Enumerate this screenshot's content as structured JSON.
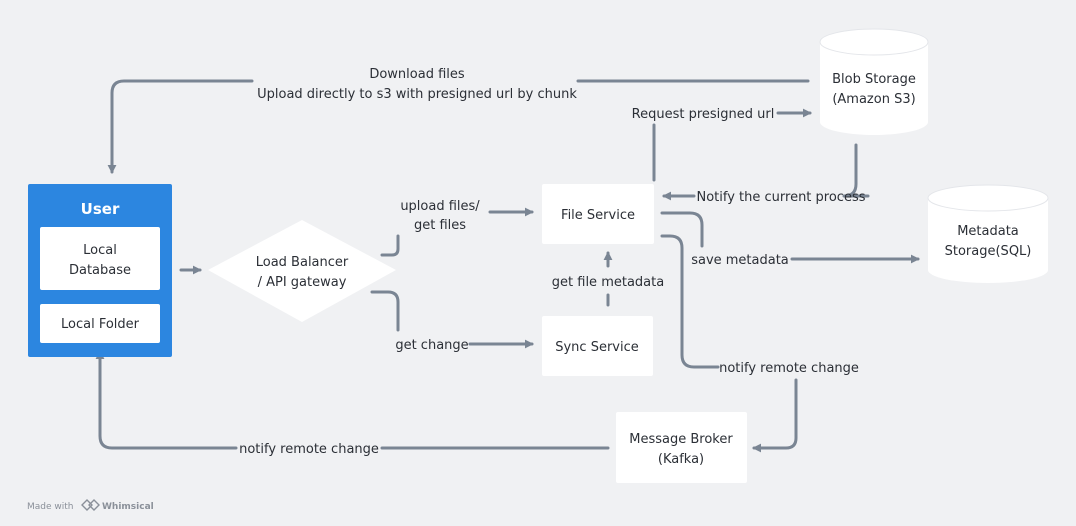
{
  "nodes": {
    "user": {
      "title": "User",
      "local_database": [
        "Local",
        "Database"
      ],
      "local_folder": "Local Folder"
    },
    "load_balancer": [
      "Load Balancer",
      "/ API gateway"
    ],
    "file_service": "File Service",
    "sync_service": "Sync Service",
    "blob_storage": [
      "Blob Storage",
      "(Amazon S3)"
    ],
    "metadata_storage": [
      "Metadata",
      "Storage(SQL)"
    ],
    "message_broker": [
      "Message Broker",
      "(Kafka)"
    ]
  },
  "edges": {
    "download_upload": [
      "Download files",
      "Upload directly to s3 with presigned url by chunk"
    ],
    "request_presigned": "Request presigned url",
    "notify_process": "Notify the current process",
    "upload_get_files": [
      "upload files/",
      "get files"
    ],
    "save_metadata": "save metadata",
    "get_file_metadata": "get file metadata",
    "get_change": "get change",
    "notify_remote_change_right": "notify remote change",
    "notify_remote_change_bottom": "notify remote change"
  },
  "footer": {
    "made_with": "Made with",
    "brand": "Whimsical"
  },
  "colors": {
    "background": "#f0f1f3",
    "node_fill": "#ffffff",
    "user_fill": "#2c86e0",
    "connector": "#7a8593",
    "text": "#2b2f36",
    "footer_text": "#8a9099"
  }
}
